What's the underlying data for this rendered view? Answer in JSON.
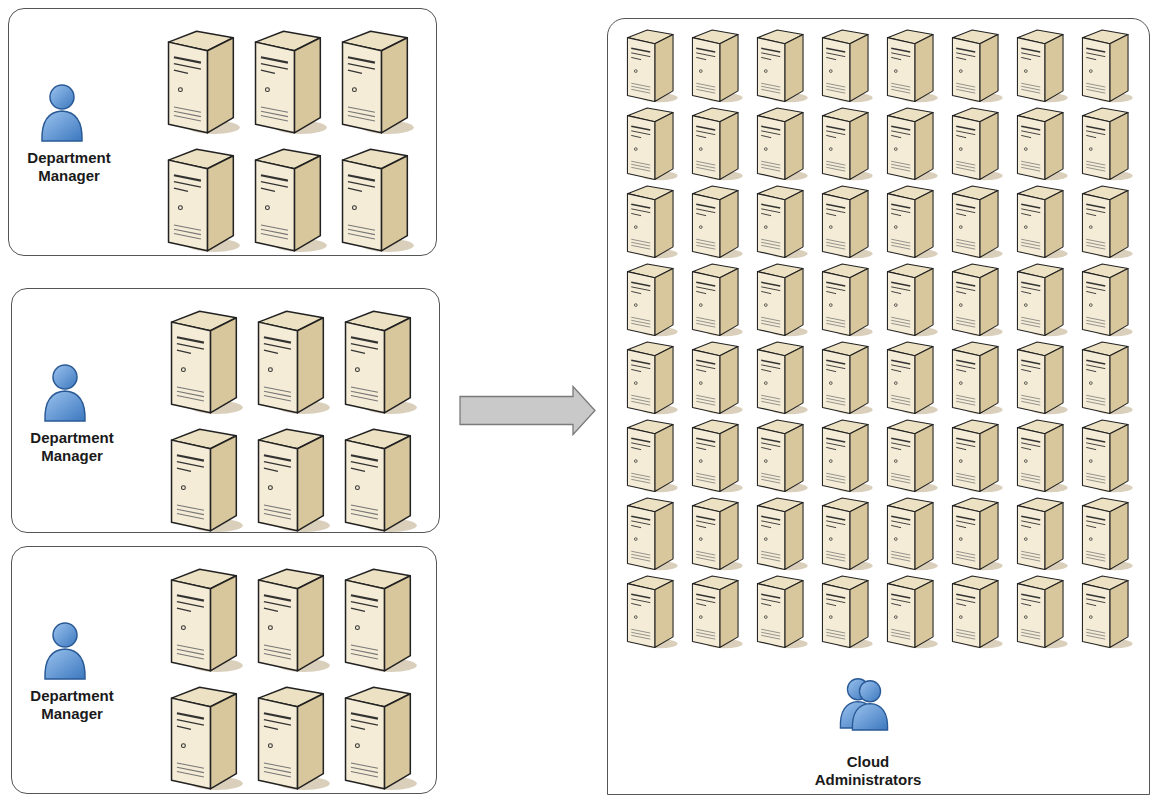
{
  "diagram": {
    "nodes": [
      {
        "text": [
          "Department Manager"
        ]
      },
      {
        "text": [
          "Department Manager"
        ]
      },
      {
        "text": [
          "Department Manager"
        ]
      },
      {
        "text": [
          "Cloud Administrators"
        ]
      }
    ],
    "edges": [
      {
        "from": 1,
        "to": 3,
        "arrow": "to"
      }
    ]
  }
}
